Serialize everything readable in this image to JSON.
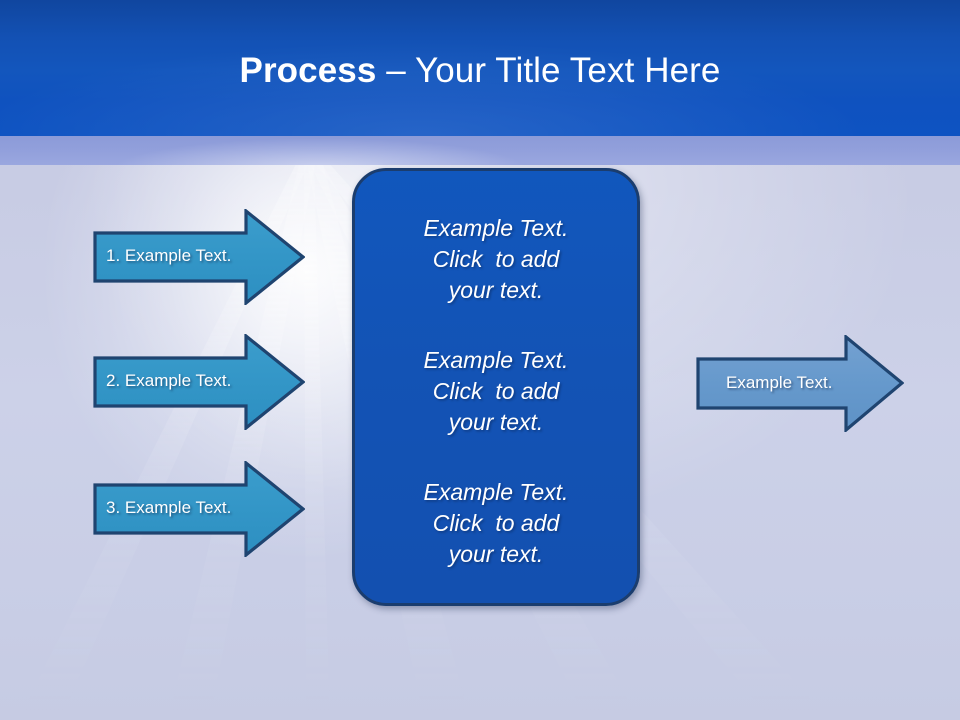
{
  "slide": {
    "title_bold": "Process",
    "title_rest": " – Your Title Text Here",
    "colors": {
      "header_blue": "#1353b5",
      "header_subband": "#919fdb",
      "background": "#c8cce4",
      "left_arrow_fill": "#3396c7",
      "left_arrow_stroke": "#1f4470",
      "right_arrow_fill": "#6699cc",
      "right_arrow_stroke": "#1f4470",
      "center_box_fill": "#1353b5",
      "center_box_stroke": "#1b3d6e",
      "text_white": "#ffffff"
    }
  },
  "left_arrows": [
    {
      "label": "1. Example Text."
    },
    {
      "label": "2. Example Text."
    },
    {
      "label": "3. Example Text."
    }
  ],
  "center_box": {
    "blocks": [
      {
        "line1": "Example Text.",
        "line2": "Click  to add",
        "line3": "your text."
      },
      {
        "line1": "Example Text.",
        "line2": "Click  to add",
        "line3": "your text."
      },
      {
        "line1": "Example Text.",
        "line2": "Click  to add",
        "line3": "your text."
      }
    ]
  },
  "right_arrow": {
    "label": "Example Text."
  }
}
